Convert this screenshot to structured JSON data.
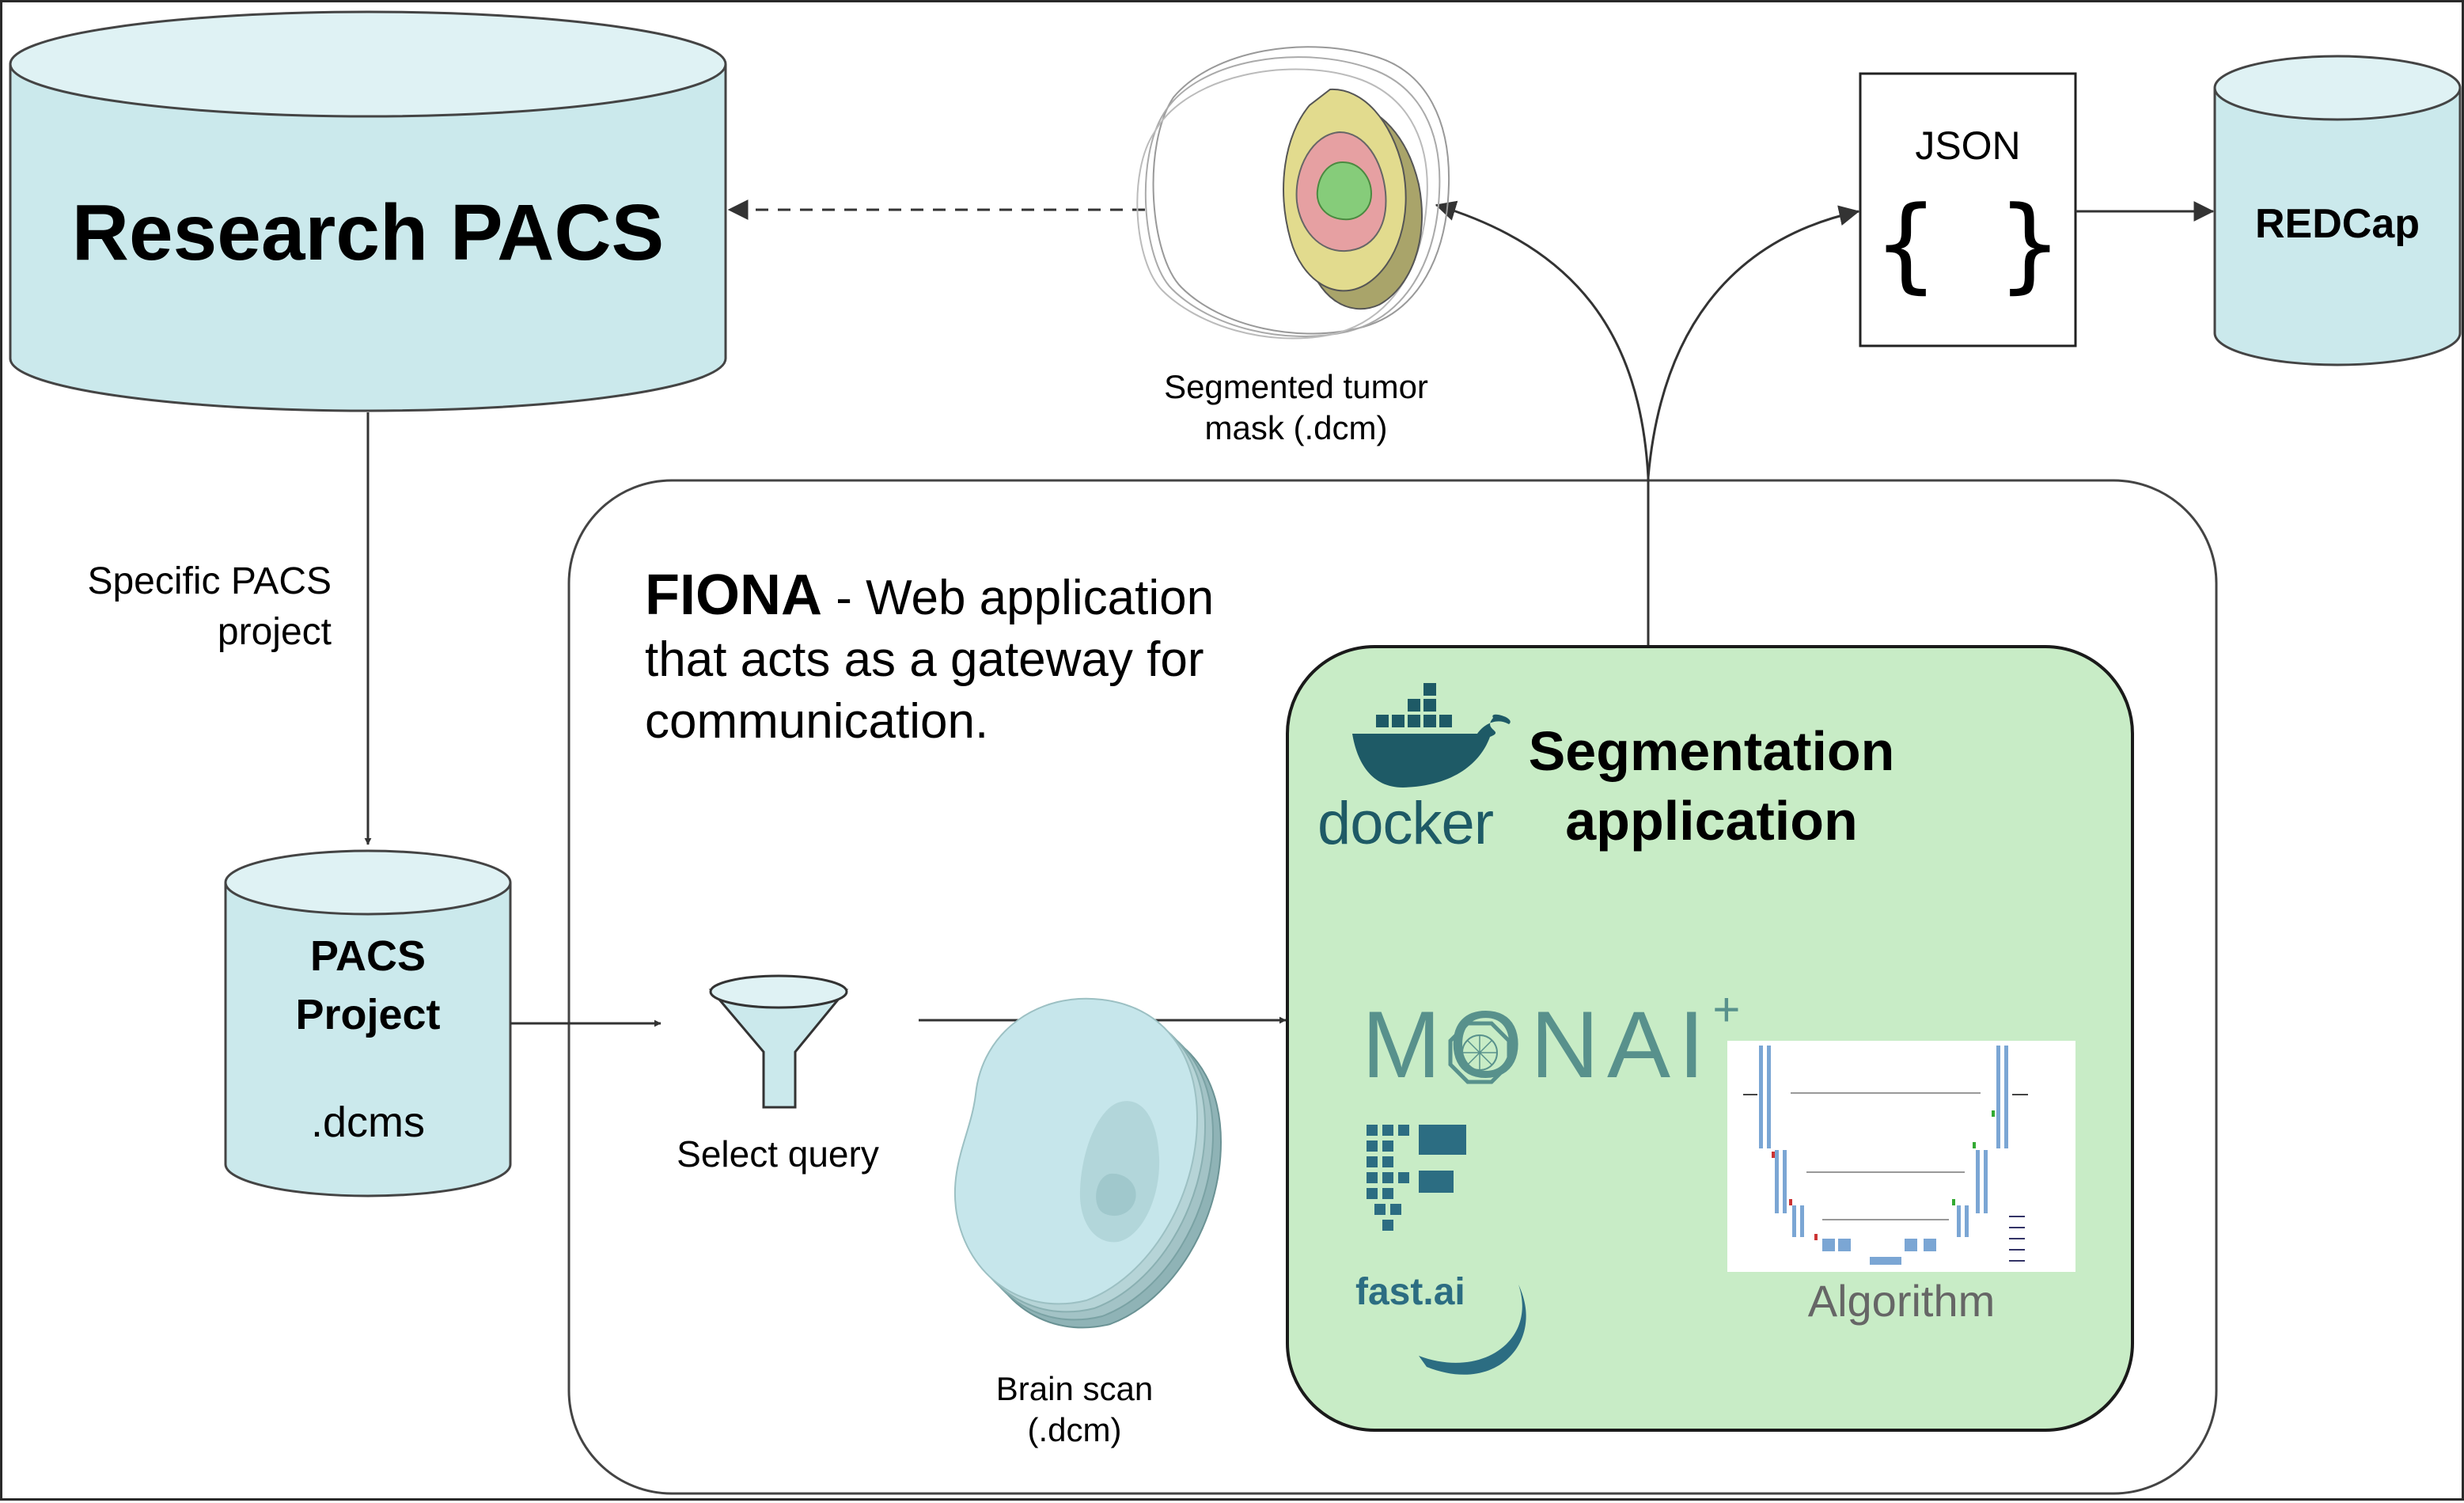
{
  "research_pacs": {
    "label": "Research PACS"
  },
  "pacs_edge": {
    "label_line1": "Specific PACS",
    "label_line2": "project"
  },
  "pacs_project": {
    "title_line1": "PACS",
    "title_line2": "Project",
    "subtitle": ".dcms"
  },
  "select_query": {
    "label": "Select query"
  },
  "brain_scan": {
    "label_line1": "Brain scan",
    "label_line2": "(.dcm)"
  },
  "tumor_mask": {
    "label_line1": "Segmented tumor",
    "label_line2": "mask (.dcm)"
  },
  "json_box": {
    "label": "JSON",
    "glyph": "{ }"
  },
  "redcap": {
    "label": "REDCap"
  },
  "fiona": {
    "name": "FIONA",
    "separator": " - ",
    "desc_line1": "Web application",
    "desc_line2": "that acts as a gateway for",
    "desc_line3": "communication."
  },
  "segmentation": {
    "title_line1": "Segmentation",
    "title_line2": "application"
  },
  "logos": {
    "docker": "docker",
    "monai": "MONAI",
    "monai_sup": "+",
    "fastai": "fast.ai"
  },
  "algorithm": {
    "label": "Algorithm"
  },
  "colors": {
    "cylinder_fill": "#cbe9ec",
    "seg_app_fill": "#c8ecc6",
    "docker_blue": "#1e5a66",
    "monai_teal": "#58918c",
    "fastai_blue": "#2c6d82",
    "mask_yellow": "#e2db8e",
    "mask_pink": "#e6a0a2",
    "mask_green": "#86cc7a",
    "brain_cyan": "#c6e6eb"
  }
}
